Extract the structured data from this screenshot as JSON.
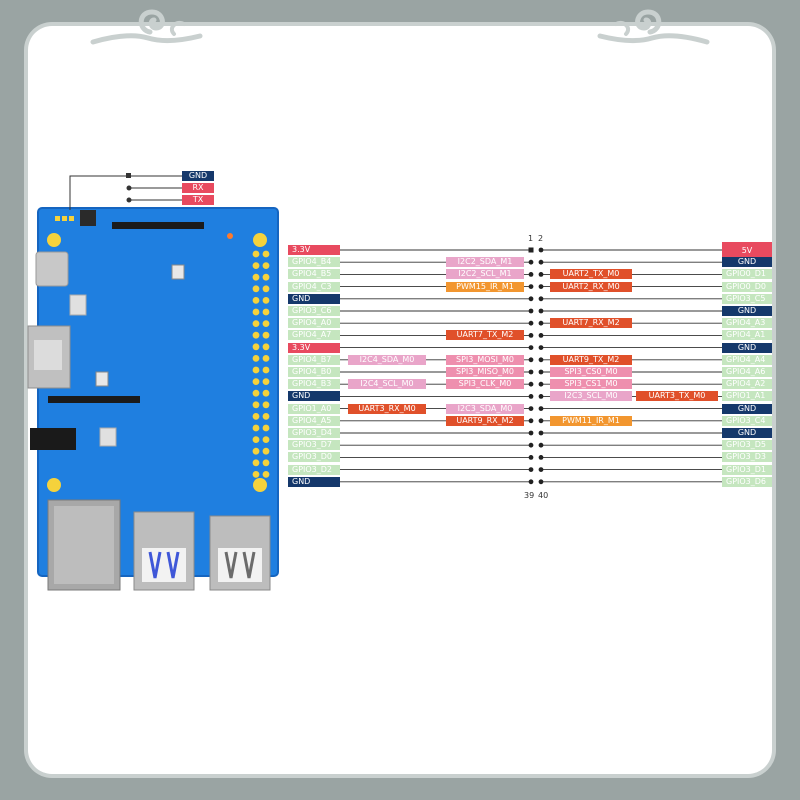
{
  "colors": {
    "power": "#e84a5f",
    "ground": "#15386b",
    "gpio": "#c5e6bf",
    "i2c": "#e9a5c9",
    "spi": "#ee8fae",
    "uart": "#e0502a",
    "pwm": "#f2962f",
    "board": "#1f7fe0"
  },
  "debug": [
    {
      "label": "GND",
      "color": "#15386b"
    },
    {
      "label": "RX",
      "color": "#e84a5f"
    },
    {
      "label": "TX",
      "color": "#e84a5f"
    }
  ],
  "header": {
    "top_left": "1",
    "top_right": "2",
    "bottom_left": "39",
    "bottom_right": "40"
  },
  "pins_left": [
    {
      "label": "3.3V",
      "color": "#e84a5f",
      "funcs": []
    },
    {
      "label": "GPIO4_B4",
      "color": "#c5e6bf",
      "funcs": [
        {
          "t": "I2C2_SDA_M1",
          "c": "#e9a5c9",
          "col": 2
        }
      ]
    },
    {
      "label": "GPIO4_B5",
      "color": "#c5e6bf",
      "funcs": [
        {
          "t": "I2C2_SCL_M1",
          "c": "#e9a5c9",
          "col": 2
        }
      ]
    },
    {
      "label": "GPIO4_C3",
      "color": "#c5e6bf",
      "funcs": [
        {
          "t": "PWM15_IR_M1",
          "c": "#f2962f",
          "col": 2
        }
      ]
    },
    {
      "label": "GND",
      "color": "#15386b",
      "funcs": []
    },
    {
      "label": "GPIO3_C6",
      "color": "#c5e6bf",
      "funcs": []
    },
    {
      "label": "GPIO4_A0",
      "color": "#c5e6bf",
      "funcs": []
    },
    {
      "label": "GPIO4_A7",
      "color": "#c5e6bf",
      "funcs": [
        {
          "t": "UART7_TX_M2",
          "c": "#e0502a",
          "col": 2
        }
      ]
    },
    {
      "label": "3.3V",
      "color": "#e84a5f",
      "funcs": []
    },
    {
      "label": "GPIO4_B7",
      "color": "#c5e6bf",
      "funcs": [
        {
          "t": "I2C4_SDA_M0",
          "c": "#e9a5c9",
          "col": 1
        },
        {
          "t": "SPI3_MOSI_M0",
          "c": "#ee8fae",
          "col": 2
        }
      ]
    },
    {
      "label": "GPIO4_B0",
      "color": "#c5e6bf",
      "funcs": [
        {
          "t": "SPI3_MISO_M0",
          "c": "#ee8fae",
          "col": 2
        }
      ]
    },
    {
      "label": "GPIO4_B3",
      "color": "#c5e6bf",
      "funcs": [
        {
          "t": "I2C4_SCL_M0",
          "c": "#e9a5c9",
          "col": 1
        },
        {
          "t": "SPI3_CLK_M0",
          "c": "#ee8fae",
          "col": 2
        }
      ]
    },
    {
      "label": "GND",
      "color": "#15386b",
      "funcs": []
    },
    {
      "label": "GPIO1_A0",
      "color": "#c5e6bf",
      "funcs": [
        {
          "t": "UART3_RX_M0",
          "c": "#e0502a",
          "col": 1
        },
        {
          "t": "I2C3_SDA_M0",
          "c": "#e9a5c9",
          "col": 2
        }
      ]
    },
    {
      "label": "GPIO4_A5",
      "color": "#c5e6bf",
      "funcs": [
        {
          "t": "UART9_RX_M2",
          "c": "#e0502a",
          "col": 2
        }
      ]
    },
    {
      "label": "GPIO3_D4",
      "color": "#c5e6bf",
      "funcs": []
    },
    {
      "label": "GPIO3_D7",
      "color": "#c5e6bf",
      "funcs": []
    },
    {
      "label": "GPIO3_D0",
      "color": "#c5e6bf",
      "funcs": []
    },
    {
      "label": "GPIO3_D2",
      "color": "#c5e6bf",
      "funcs": []
    },
    {
      "label": "GND",
      "color": "#15386b",
      "funcs": []
    }
  ],
  "pins_right": [
    {
      "label": "5V",
      "color": "#e84a5f",
      "funcs": []
    },
    {
      "label": "GND",
      "color": "#15386b",
      "funcs": []
    },
    {
      "label": "GPIO0_D1",
      "color": "#c5e6bf",
      "funcs": [
        {
          "t": "UART2_TX_M0",
          "c": "#e0502a",
          "col": 1
        }
      ]
    },
    {
      "label": "GPIO0_D0",
      "color": "#c5e6bf",
      "funcs": [
        {
          "t": "UART2_RX_M0",
          "c": "#e0502a",
          "col": 1
        }
      ]
    },
    {
      "label": "GPIO3_C5",
      "color": "#c5e6bf",
      "funcs": []
    },
    {
      "label": "GND",
      "color": "#15386b",
      "funcs": []
    },
    {
      "label": "GPIO4_A3",
      "color": "#c5e6bf",
      "funcs": [
        {
          "t": "UART7_RX_M2",
          "c": "#e0502a",
          "col": 1
        }
      ]
    },
    {
      "label": "GPIO4_A1",
      "color": "#c5e6bf",
      "funcs": []
    },
    {
      "label": "GND",
      "color": "#15386b",
      "funcs": []
    },
    {
      "label": "GPIO4_A4",
      "color": "#c5e6bf",
      "funcs": [
        {
          "t": "UART9_TX_M2",
          "c": "#e0502a",
          "col": 1
        }
      ]
    },
    {
      "label": "GPIO4_A6",
      "color": "#c5e6bf",
      "funcs": [
        {
          "t": "SPI3_CS0_M0",
          "c": "#ee8fae",
          "col": 1
        }
      ]
    },
    {
      "label": "GPIO4_A2",
      "color": "#c5e6bf",
      "funcs": [
        {
          "t": "SPI3_CS1_M0",
          "c": "#ee8fae",
          "col": 1
        }
      ]
    },
    {
      "label": "GPIO1_A1",
      "color": "#c5e6bf",
      "funcs": [
        {
          "t": "I2C3_SCL_M0",
          "c": "#e9a5c9",
          "col": 1
        },
        {
          "t": "UART3_TX_M0",
          "c": "#e0502a",
          "col": 2
        }
      ]
    },
    {
      "label": "GND",
      "color": "#15386b",
      "funcs": []
    },
    {
      "label": "GPIO3_C4",
      "color": "#c5e6bf",
      "funcs": [
        {
          "t": "PWM11_IR_M1",
          "c": "#f2962f",
          "col": 1
        }
      ]
    },
    {
      "label": "GND",
      "color": "#15386b",
      "funcs": []
    },
    {
      "label": "GPIO3_D5",
      "color": "#c5e6bf",
      "funcs": []
    },
    {
      "label": "GPIO3_D3",
      "color": "#c5e6bf",
      "funcs": []
    },
    {
      "label": "GPIO3_D1",
      "color": "#c5e6bf",
      "funcs": []
    },
    {
      "label": "GPIO3_D6",
      "color": "#c5e6bf",
      "funcs": []
    }
  ]
}
